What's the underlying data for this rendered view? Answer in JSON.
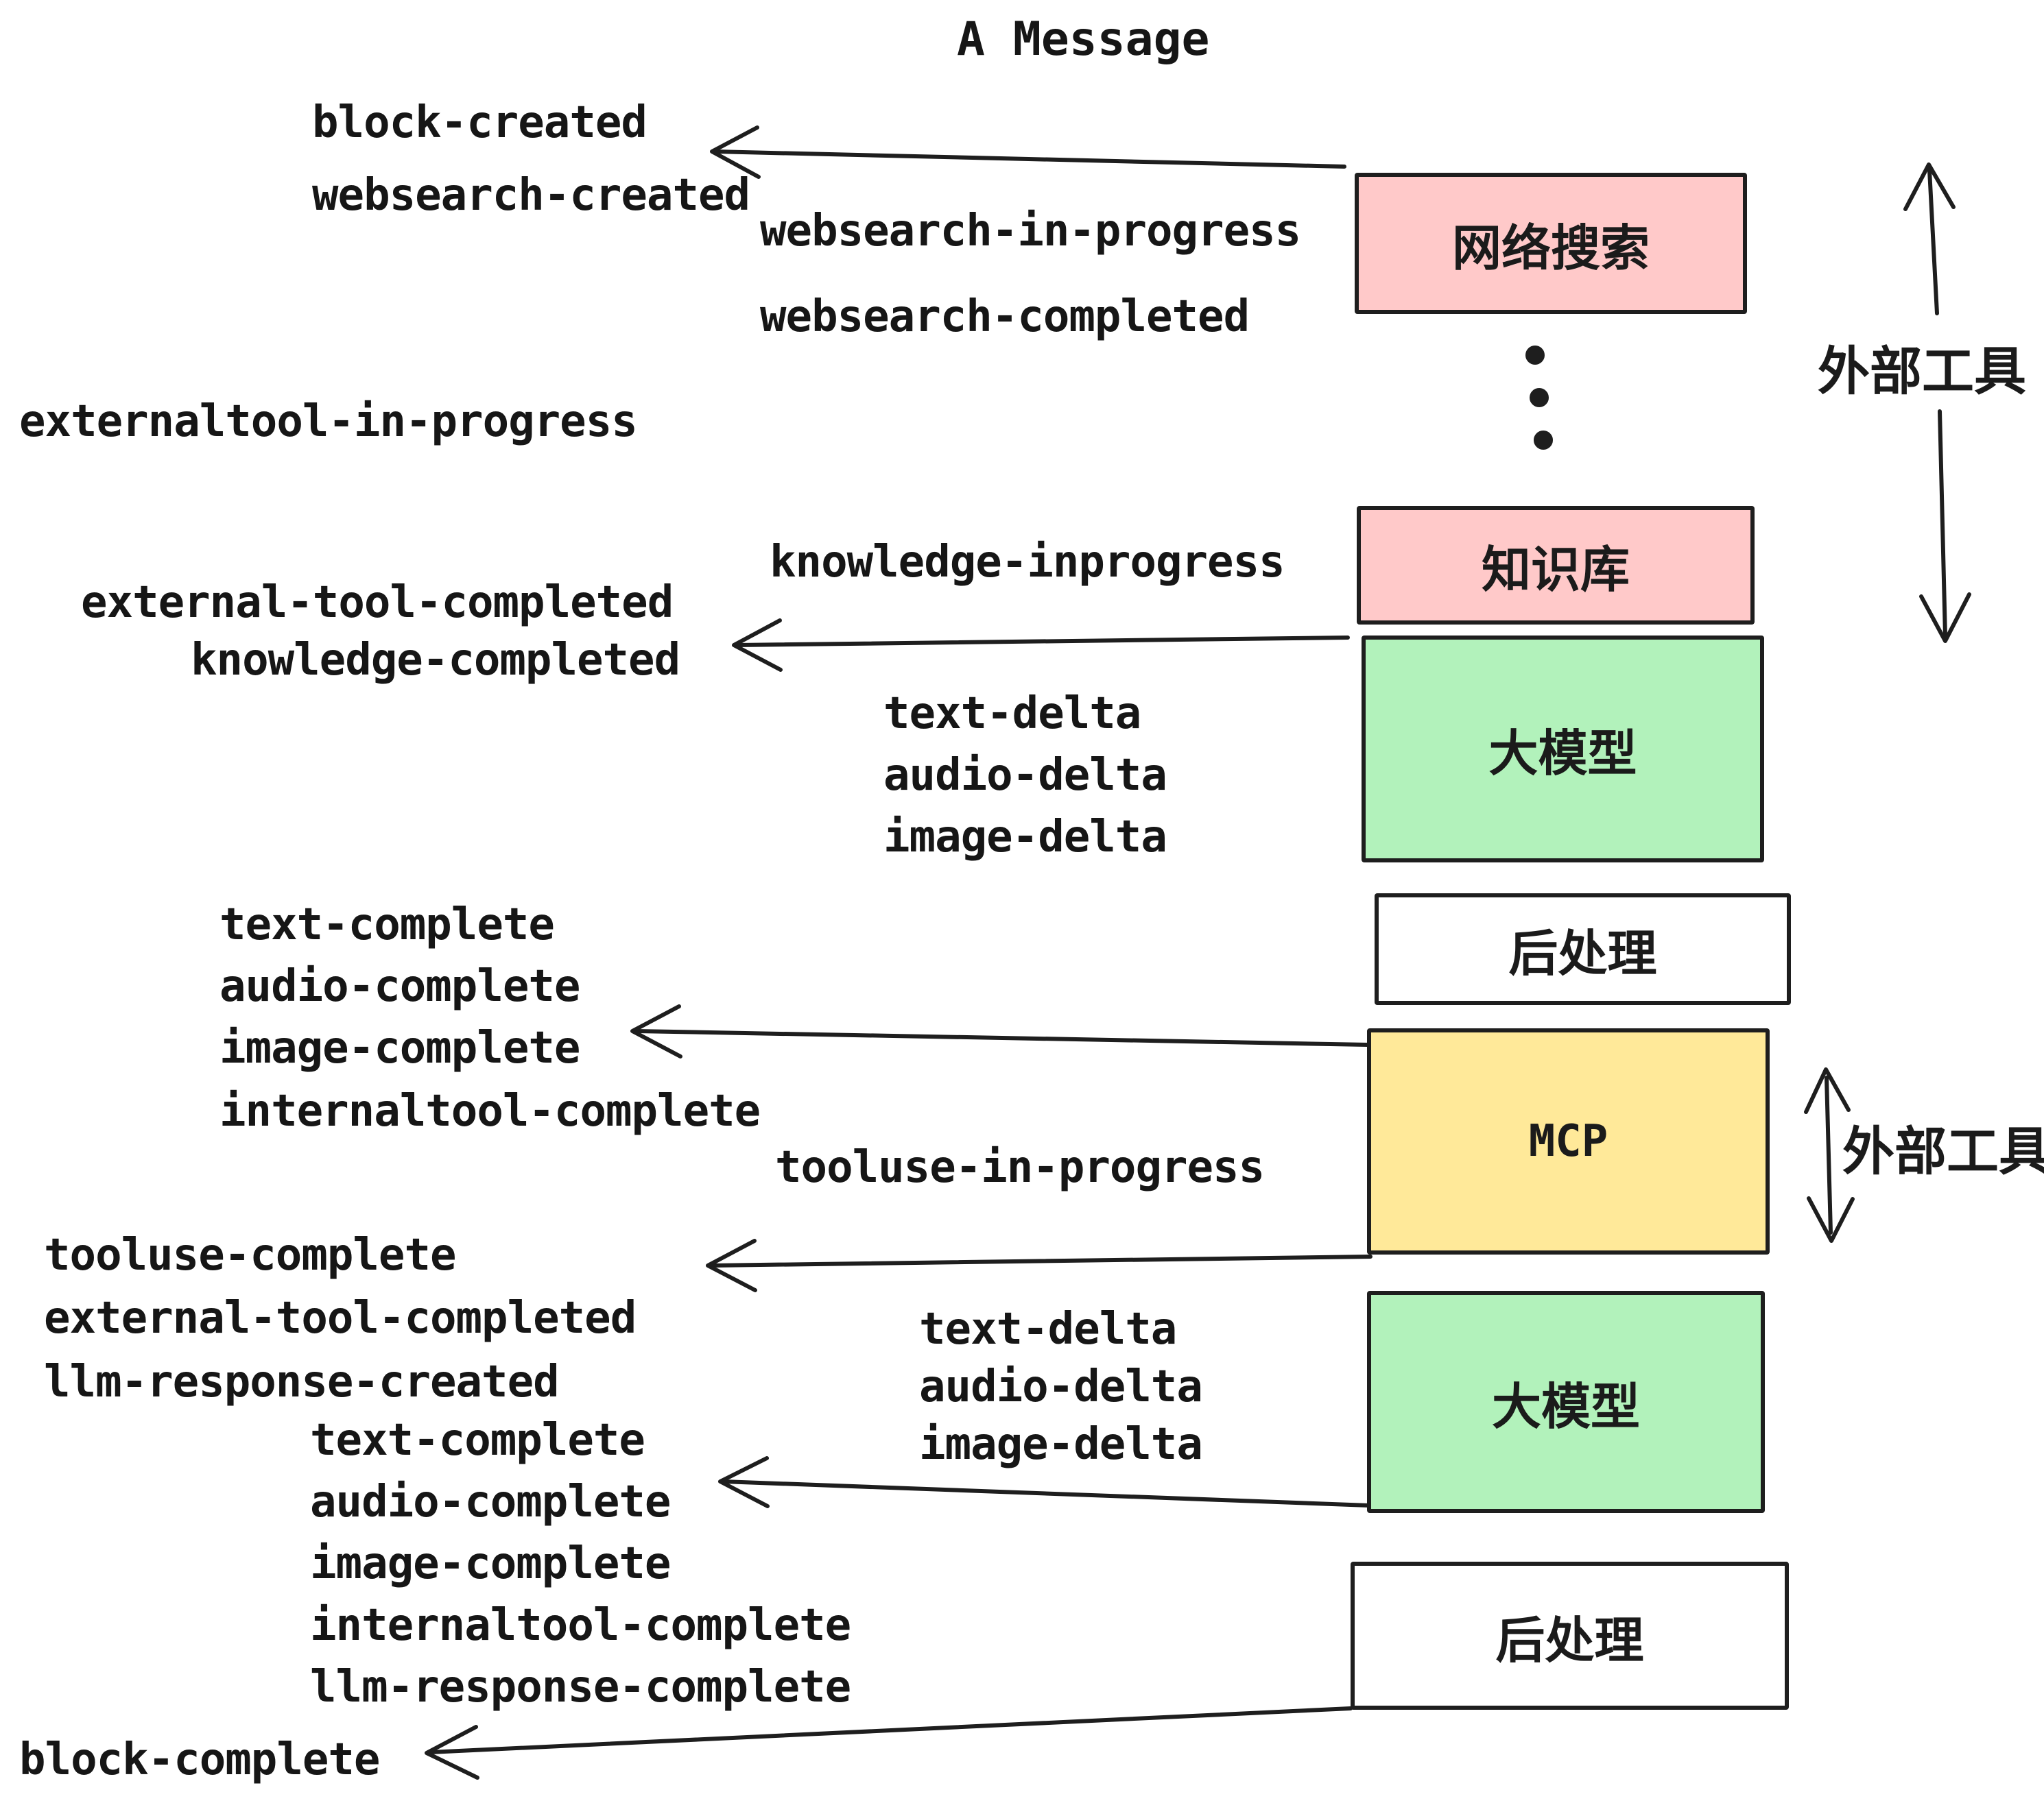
{
  "page": {
    "title": "A Message"
  },
  "nodes": {
    "websearch": {
      "label": "网络搜索",
      "fill": "#ffc9c9"
    },
    "knowledge": {
      "label": "知识库",
      "fill": "#ffc9c9"
    },
    "llm_top": {
      "label": "大模型",
      "fill": "#b2f2bb"
    },
    "post_top": {
      "label": "后处理",
      "fill": "#ffffff"
    },
    "mcp": {
      "label": "MCP",
      "fill": "#ffe999"
    },
    "llm_bottom": {
      "label": "大模型",
      "fill": "#b2f2bb"
    },
    "post_bottom": {
      "label": "后处理",
      "fill": "#ffffff"
    }
  },
  "events": {
    "block_created": "block-created",
    "websearch_created": "websearch-created",
    "websearch_in_progress": "websearch-in-progress",
    "websearch_completed": "websearch-completed",
    "externaltool_in_progress": "externaltool-in-progress",
    "knowledge_inprogress": "knowledge-inprogress",
    "external_tool_completed_a": "external-tool-completed",
    "knowledge_completed": "knowledge-completed",
    "text_delta_a": "text-delta",
    "audio_delta_a": "audio-delta",
    "image_delta_a": "image-delta",
    "text_complete_a": "text-complete",
    "audio_complete_a": "audio-complete",
    "image_complete_a": "image-complete",
    "internaltool_complete_a": "internaltool-complete",
    "tooluse_in_progress": "tooluse-in-progress",
    "tooluse_complete": "tooluse-complete",
    "external_tool_completed_b": "external-tool-completed",
    "llm_response_created": "llm-response-created",
    "text_delta_b": "text-delta",
    "audio_delta_b": "audio-delta",
    "image_delta_b": "image-delta",
    "text_complete_b": "text-complete",
    "audio_complete_b": "audio-complete",
    "image_complete_b": "image-complete",
    "internaltool_complete_b": "internaltool-complete",
    "llm_response_complete": "llm-response-complete",
    "block_complete": "block-complete"
  },
  "annotations": {
    "external_tools_top": "外部工具",
    "external_tools_mcp": "外部工具"
  },
  "colors": {
    "stroke": "#1e1e1e",
    "text": "#161616",
    "pink": "#ffc9c9",
    "green": "#b2f2bb",
    "yellow": "#ffe999",
    "white": "#ffffff"
  }
}
